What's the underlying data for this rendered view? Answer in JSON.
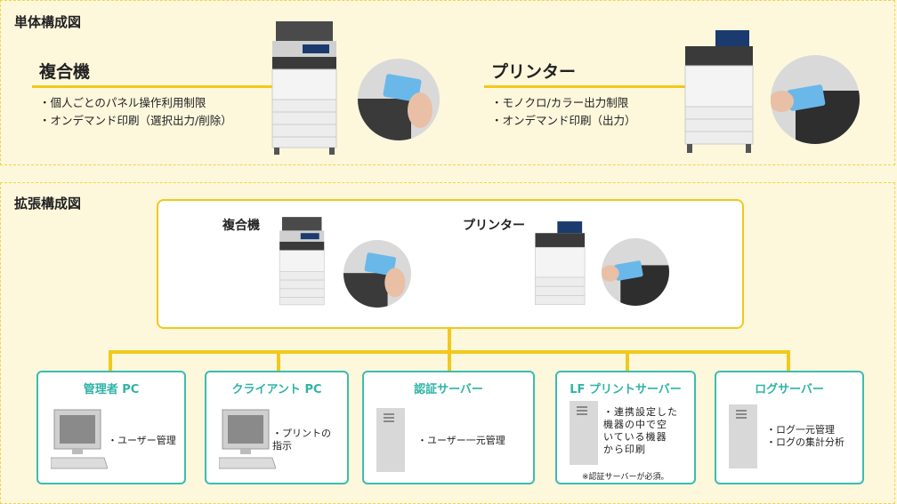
{
  "single": {
    "title": "単体構成図",
    "mfp": {
      "title": "複合機",
      "bullets": [
        "・個人ごとのパネル操作利用制限",
        "・オンデマンド印刷（選択出力/削除）"
      ]
    },
    "printer": {
      "title": "プリンター",
      "bullets": [
        "・モノクロ/カラー出力制限",
        "・オンデマンド印刷（出力）"
      ]
    }
  },
  "extended": {
    "title": "拡張構成図",
    "mfp_title": "複合機",
    "printer_title": "プリンター",
    "nodes": [
      {
        "title": "管理者 PC",
        "text": "・ユーザー管理"
      },
      {
        "title": "クライアント PC",
        "text": "・プリントの\n指示"
      },
      {
        "title": "認証サーバー",
        "text": "・ユーザー一元管理"
      },
      {
        "title": "LF プリントサーバー",
        "text": "・連携設定した\n機器の中で空\nいている機器\nから印刷",
        "note": "※認証サーバーが必須。"
      },
      {
        "title": "ログサーバー",
        "text": "・ログ一元管理\n・ログの集計分析"
      }
    ]
  },
  "colors": {
    "accent_yellow": "#f2c81b",
    "teal": "#3cbcb0",
    "background": "#fdf7dc"
  },
  "icons": [
    "multifunction-printer-icon",
    "printer-icon",
    "ic-card-reader-icon",
    "desktop-pc-icon",
    "server-tower-icon"
  ]
}
